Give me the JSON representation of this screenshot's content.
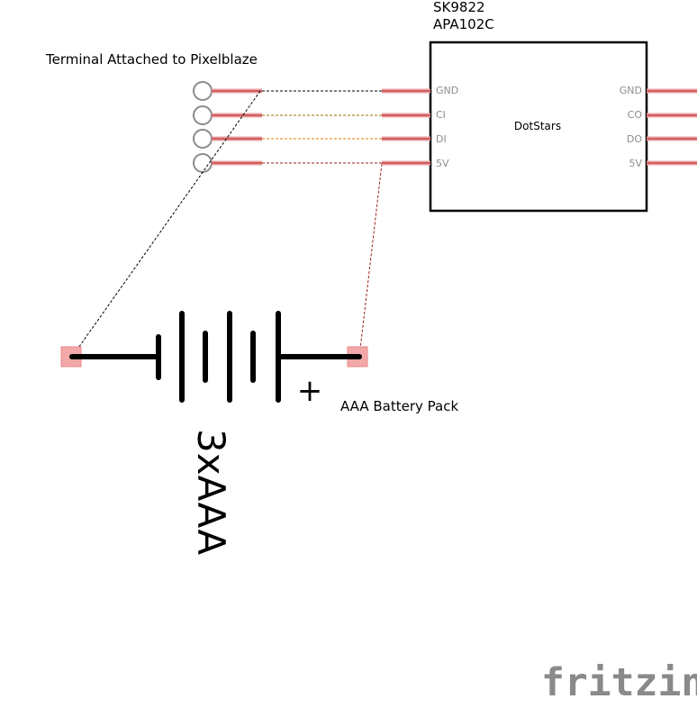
{
  "terminal": {
    "label": "Terminal Attached to Pixelblaze"
  },
  "chip": {
    "title_line1": "SK9822",
    "title_line2": "APA102C",
    "body_label": "DotStars",
    "left_pins": [
      "GND",
      "CI",
      "DI",
      "5V"
    ],
    "right_pins": [
      "GND",
      "CO",
      "DO",
      "5V"
    ]
  },
  "battery": {
    "label": "AAA Battery Pack",
    "value": "3xAAA",
    "polarity": "+"
  },
  "wire_colors": {
    "gnd": "#000000",
    "ci": "#a06a00",
    "di": "#e07800",
    "v5": "#9b1c1c"
  },
  "watermark": "fritzing"
}
